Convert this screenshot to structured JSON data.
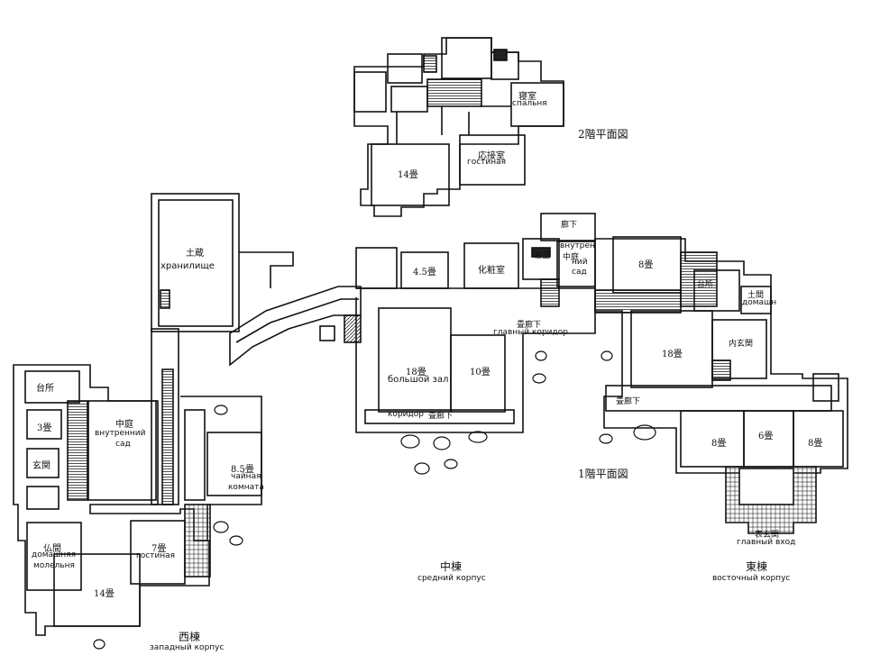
{
  "floor_titles": {
    "second": "2階平面図",
    "first": "1階平面図"
  },
  "wings": {
    "west": {
      "ja": "西棟",
      "ru": "западный корпус"
    },
    "middle": {
      "ja": "中棟",
      "ru": "средний корпус"
    },
    "east": {
      "ja": "東棟",
      "ru": "восточный корпус"
    }
  },
  "rooms_second": {
    "bedroom": {
      "ja": "寝室",
      "ru": "спальня"
    },
    "living": {
      "ja": "応接室",
      "ru": "гостиная"
    },
    "mat14": {
      "ja": "14畳"
    }
  },
  "rooms_first": {
    "storehouse": {
      "ja": "土蔵",
      "ru": "хранилище"
    },
    "kitchen_w": {
      "ja": "台所"
    },
    "mat3": {
      "ja": "3畳"
    },
    "entry_w": {
      "ja": "玄関"
    },
    "courtyard_w": {
      "ja": "中庭",
      "ru1": "внутренний",
      "ru2": "сад"
    },
    "tea": {
      "ja": "8.5畳",
      "ru1": "чайная",
      "ru2": "комната"
    },
    "shrine": {
      "ja": "仏間",
      "ru1": "домашняя",
      "ru2": "молельня"
    },
    "guest": {
      "ja": "7畳",
      "ru": "гостиная"
    },
    "mat14_w": {
      "ja": "14畳"
    },
    "mat45": {
      "ja": "4.5畳"
    },
    "toilet": {
      "ja": "化粧室"
    },
    "bath": {
      "ja": "浴室"
    },
    "inner_garden": {
      "ru1": "внутрен",
      "ru2": "ний",
      "ru3": "сад",
      "ja": "中庭"
    },
    "hall18": {
      "ja": "18畳",
      "ru": "большой зал"
    },
    "mat10": {
      "ja": "10畳"
    },
    "corridor_mid": {
      "ru": "коридор",
      "ja": "畳廊下"
    },
    "main_corridor": {
      "ja": "畳廊下",
      "ru": "главный коридор"
    },
    "corridor_top": {
      "ja": "廊下"
    },
    "mat8_top": {
      "ja": "8畳"
    },
    "kitchen_e": {
      "ja": "台所"
    },
    "doma": {
      "ja": "土間",
      "ru": "домашн"
    },
    "mat18_e": {
      "ja": "18畳"
    },
    "inner_entry": {
      "ja": "内玄関"
    },
    "corridor_e": {
      "ja": "畳廊下"
    },
    "mat8_a": {
      "ja": "8畳"
    },
    "mat6": {
      "ja": "6畳"
    },
    "mat8_b": {
      "ja": "8畳"
    },
    "main_entry": {
      "ja": "表玄関",
      "ru": "главный вход"
    }
  }
}
